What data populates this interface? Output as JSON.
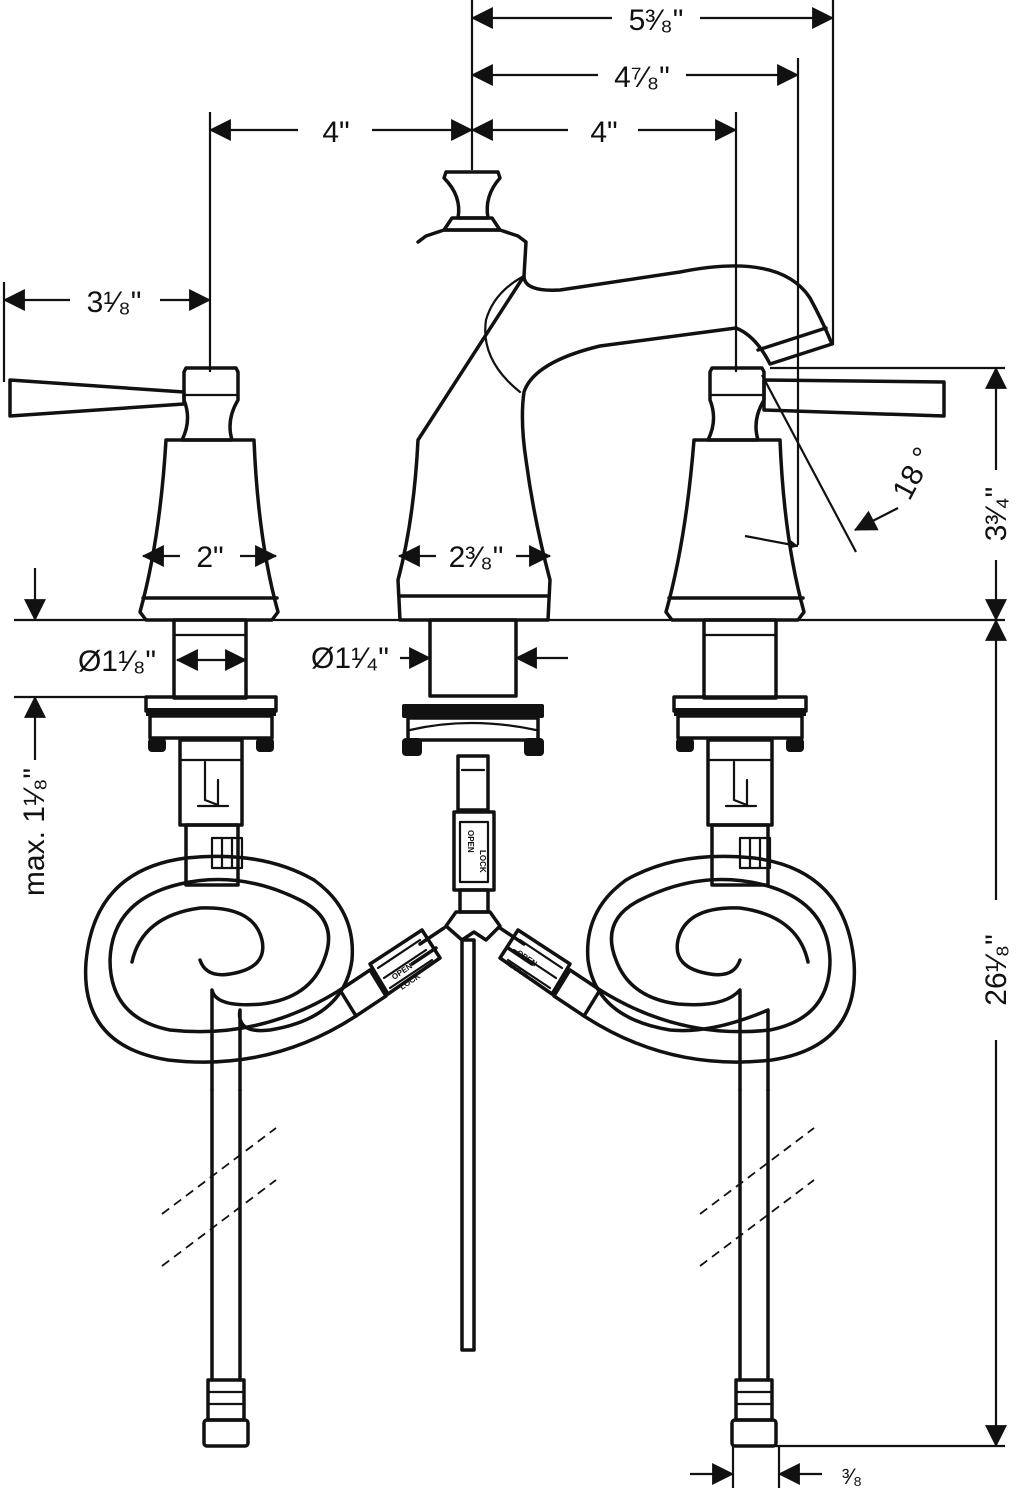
{
  "dimensions": {
    "width_overall": "5³⁄₈\"",
    "spout_reach": "4⁷⁄₈\"",
    "center_left": "4\"",
    "center_right": "4\"",
    "lever_length": "3¹⁄₈\"",
    "handle_base": "2\"",
    "spout_base": "2³⁄₈\"",
    "handle_shank_dia": "Ø1¹⁄₈\"",
    "spout_shank_dia": "Ø1¹⁄₄\"",
    "deck_thickness": "max. 1¹⁄₈\"",
    "handle_height": "3³⁄₄\"",
    "supply_length": "26¹⁄₈\"",
    "angle": "18 °",
    "connection": "³⁄₈"
  },
  "tags": {
    "open": "OPEN",
    "lock": "LOCK"
  }
}
